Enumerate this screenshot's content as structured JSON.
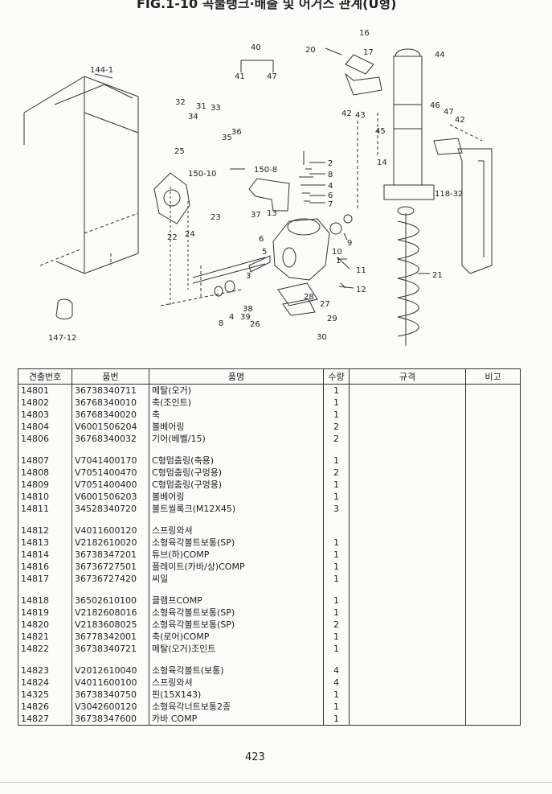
{
  "document": {
    "title": "FIG.1-10 곡물탱크·배출 및 어거스 관계(U형)",
    "page_number": "423"
  },
  "diagram": {
    "callouts": [
      "144-1",
      "32",
      "31",
      "33",
      "34",
      "35",
      "36",
      "25",
      "150-10",
      "150-8",
      "22",
      "24",
      "23",
      "37",
      "13",
      "40",
      "41",
      "47",
      "20",
      "16",
      "17",
      "44",
      "42",
      "43",
      "45",
      "46",
      "14",
      "118-32",
      "2",
      "8",
      "4",
      "6",
      "7",
      "9",
      "10",
      "11",
      "12",
      "1",
      "5",
      "3",
      "28",
      "27",
      "29",
      "38",
      "39",
      "26",
      "30",
      "21",
      "147-12"
    ]
  },
  "table": {
    "headers": [
      "견출번호",
      "품번",
      "품명",
      "수량",
      "규격",
      "비고"
    ],
    "rows": [
      {
        "no": "14801",
        "part": "36738340711",
        "name": "메탈(오거)",
        "qty": "1"
      },
      {
        "no": "14802",
        "part": "36768340010",
        "name": "축(조인트)",
        "qty": "1"
      },
      {
        "no": "14803",
        "part": "36768340020",
        "name": "축",
        "qty": "1"
      },
      {
        "no": "14804",
        "part": "V6001506204",
        "name": "볼베어링",
        "qty": "2"
      },
      {
        "no": "14806",
        "part": "36768340032",
        "name": "기어(베벨/15)",
        "qty": "2"
      },
      {
        "blank": true
      },
      {
        "no": "14807",
        "part": "V7041400170",
        "name": "C형멈춤링(축용)",
        "qty": "1"
      },
      {
        "no": "14808",
        "part": "V7051400470",
        "name": "C형멈춤링(구멍용)",
        "qty": "2"
      },
      {
        "no": "14809",
        "part": "V7051400400",
        "name": "C형멈춤링(구멍용)",
        "qty": "1"
      },
      {
        "no": "14810",
        "part": "V6001506203",
        "name": "볼베어링",
        "qty": "1"
      },
      {
        "no": "14811",
        "part": "34528340720",
        "name": "볼트씰록크(M12X45)",
        "qty": "3"
      },
      {
        "blank": true
      },
      {
        "no": "14812",
        "part": "V4011600120",
        "name": "스프링와셔",
        "qty": ""
      },
      {
        "no": "14813",
        "part": "V2182610020",
        "name": "소형육각볼트보통(SP)",
        "qty": "1"
      },
      {
        "no": "14814",
        "part": "36738347201",
        "name": "튜브(하)COMP",
        "qty": "1"
      },
      {
        "no": "14816",
        "part": "36736727501",
        "name": "플레이트(카바/상)COMP",
        "qty": "1"
      },
      {
        "no": "14817",
        "part": "36736727420",
        "name": "씨일",
        "qty": "1"
      },
      {
        "blank": true
      },
      {
        "no": "14818",
        "part": "36502610100",
        "name": "클램프COMP",
        "qty": "1"
      },
      {
        "no": "14819",
        "part": "V2182608016",
        "name": "소형육각볼트보통(SP)",
        "qty": "1"
      },
      {
        "no": "14820",
        "part": "V2183608025",
        "name": "소형육각볼트보통(SP)",
        "qty": "2"
      },
      {
        "no": "14821",
        "part": "36778342001",
        "name": "축(로어)COMP",
        "qty": "1"
      },
      {
        "no": "14822",
        "part": "36738340721",
        "name": "메탈(오거)조인트",
        "qty": "1"
      },
      {
        "blank": true
      },
      {
        "no": "14823",
        "part": "V2012610040",
        "name": "소형육각볼트(보통)",
        "qty": "4"
      },
      {
        "no": "14824",
        "part": "V4011600100",
        "name": "스프링와셔",
        "qty": "4"
      },
      {
        "no": "14325",
        "part": "36738340750",
        "name": "핀(15X143)",
        "qty": "1"
      },
      {
        "no": "14826",
        "part": "V3042600120",
        "name": "소형육각너트보통2종",
        "qty": "1"
      },
      {
        "no": "14827",
        "part": "36738347600",
        "name": "카바 COMP",
        "qty": "1"
      }
    ]
  }
}
